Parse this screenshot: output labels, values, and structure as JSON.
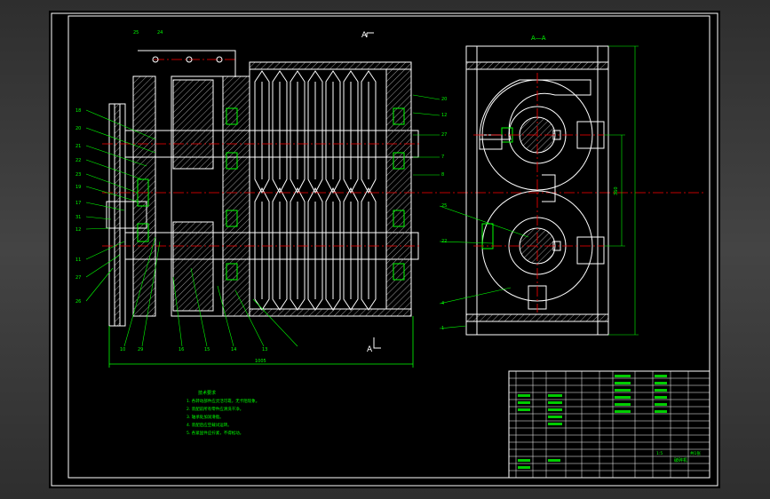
{
  "drawing": {
    "section_label": "A",
    "view_title": "A—A",
    "total_length": "1005",
    "center_distance": "360",
    "balloons_left": [
      "18",
      "20",
      "21",
      "22",
      "23",
      "19",
      "17",
      "31",
      "12",
      "11",
      "27",
      "26",
      "25",
      "24"
    ],
    "balloons_bottom_left": [
      "10",
      "29"
    ],
    "balloons_bottom": [
      "16",
      "15",
      "14",
      "13"
    ],
    "balloons_right": [
      "20",
      "12",
      "27",
      "7",
      "8"
    ],
    "balloons_right_view": [
      "25",
      "22",
      "4",
      "1"
    ],
    "notes_title": "技术要求",
    "notes": [
      "1. 各转动部件应灵活可靠，无卡阻现象。",
      "2. 装配前所有零件应清洗干净。",
      "3. 轴承处加润滑脂。",
      "4. 装配后应空载试运转。",
      "5. 各紧固件应拧紧，不得松动。"
    ],
    "title_block": {
      "drawing_name": "破碎机",
      "scale": "1:5",
      "sheet": "共1张"
    }
  },
  "colors": {
    "outline": "#ffffff",
    "dimension": "#00ff00",
    "center_line": "#ff0000",
    "hatch": "#9a9a9a",
    "text": "#00ff00",
    "frame": "#ffffff"
  }
}
